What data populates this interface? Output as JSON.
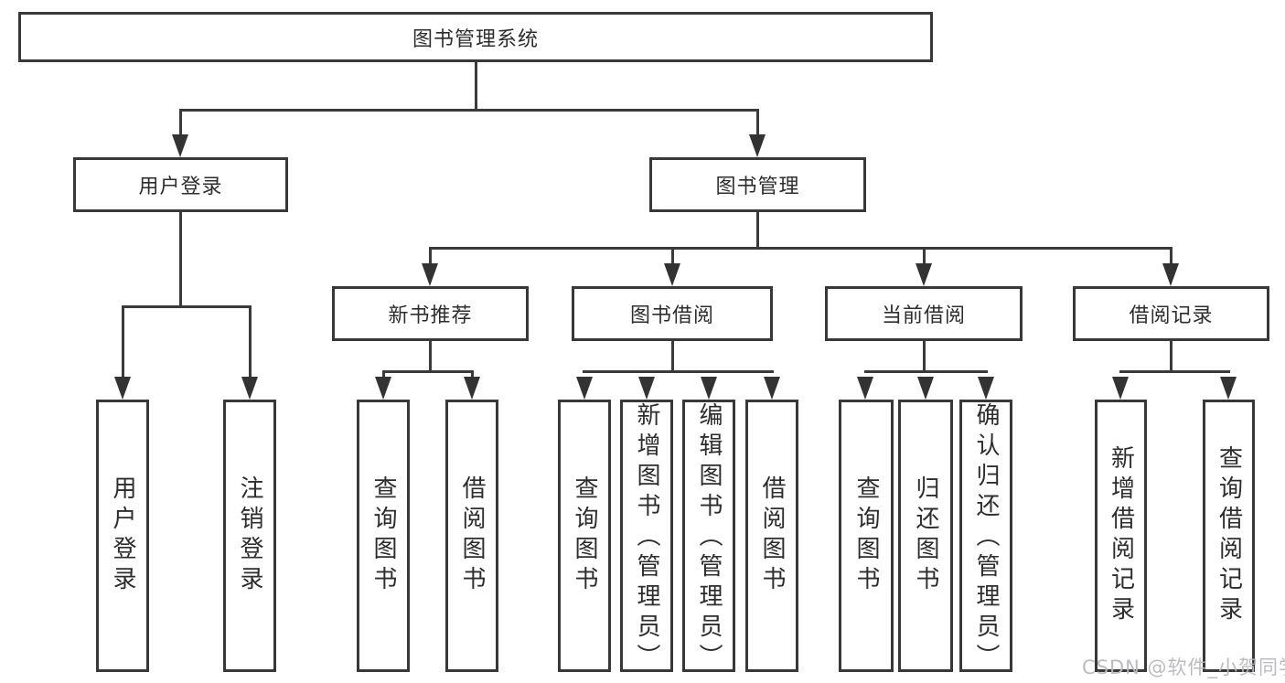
{
  "watermark": "CSDN @软件_小贺同学",
  "colors": {
    "box_border": "#383838",
    "connector": "#3a3a3a",
    "text": "#2d2d2d",
    "watermark_text": "#b8b8bd",
    "background": "#ffffff"
  },
  "nodes": {
    "root": {
      "label": "图书管理系统"
    },
    "user_login": {
      "label": "用户登录"
    },
    "book_mgmt": {
      "label": "图书管理"
    },
    "new_book_rec": {
      "label": "新书推荐"
    },
    "book_borrow": {
      "label": "图书借阅"
    },
    "current_borrow": {
      "label": "当前借阅"
    },
    "borrow_records": {
      "label": "借阅记录"
    },
    "leaf_user_login": {
      "label": "用户登录"
    },
    "leaf_logout": {
      "label": "注销登录"
    },
    "leaf_query_book_1": {
      "label": "查询图书"
    },
    "leaf_borrow_book_1": {
      "label": "借阅图书"
    },
    "leaf_query_book_2": {
      "label": "查询图书"
    },
    "leaf_add_book": {
      "label": "新增图书（管理员）"
    },
    "leaf_edit_book": {
      "label": "编辑图书（管理员）"
    },
    "leaf_borrow_book_2": {
      "label": "借阅图书"
    },
    "leaf_query_book_3": {
      "label": "查询图书"
    },
    "leaf_return_book": {
      "label": "归还图书"
    },
    "leaf_confirm_return": {
      "label": "确认归还（管理员）"
    },
    "leaf_add_record": {
      "label": "新增借阅记录"
    },
    "leaf_query_record": {
      "label": "查询借阅记录"
    }
  }
}
